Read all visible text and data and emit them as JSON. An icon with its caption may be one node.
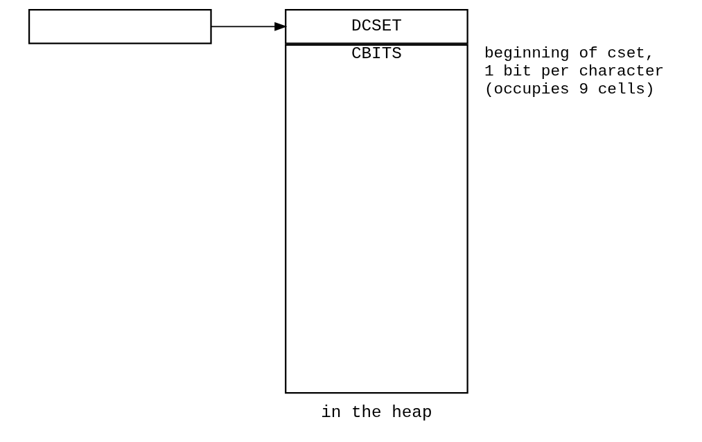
{
  "diagram": {
    "nodes": [
      {
        "text": [],
        "shape": "box"
      },
      {
        "text": [
          "DCSET"
        ]
      },
      {
        "text": [
          "CBITS"
        ],
        "beside": [
          "beginning of cset, 1 bit per character (occupies 9 cells)",
          "in the heap"
        ]
      }
    ],
    "edges": [
      {
        "from": 0,
        "to": 1,
        "arrow": "to"
      }
    ]
  }
}
